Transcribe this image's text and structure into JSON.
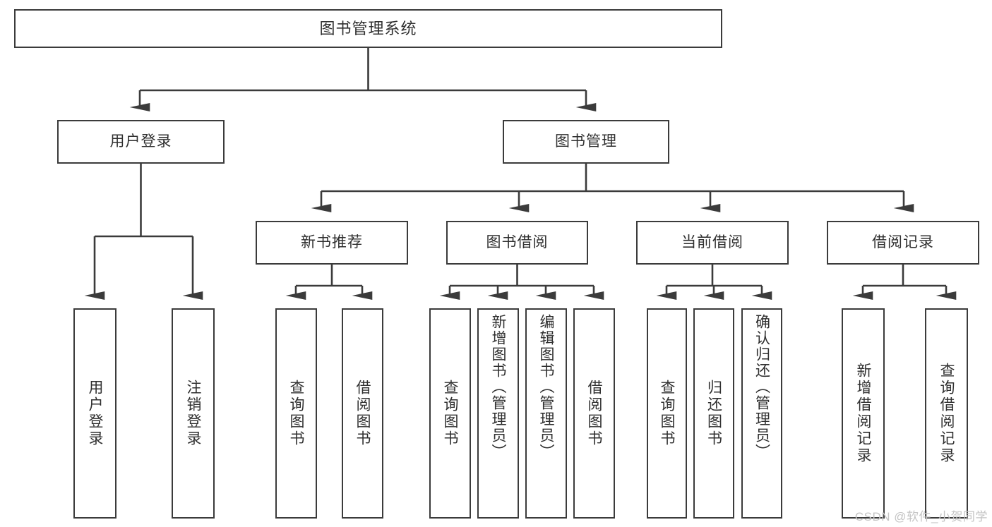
{
  "diagram": {
    "type": "tree",
    "title": "图书管理系统",
    "watermark": "CSDN @软件_小贺同学",
    "colors": {
      "border": "#3b3b3b",
      "text": "#2f2f2f",
      "background": "#ffffff",
      "watermark": "#c4c4c4"
    },
    "root": {
      "label": "图书管理系统"
    },
    "level2": [
      {
        "key": "user_login",
        "label": "用户登录"
      },
      {
        "key": "book_manage",
        "label": "图书管理"
      }
    ],
    "level3": [
      {
        "key": "new_book_rec",
        "label": "新书推荐",
        "parent": "book_manage"
      },
      {
        "key": "book_borrow",
        "label": "图书借阅",
        "parent": "book_manage"
      },
      {
        "key": "current_borrow",
        "label": "当前借阅",
        "parent": "book_manage"
      },
      {
        "key": "borrow_record",
        "label": "借阅记录",
        "parent": "book_manage"
      }
    ],
    "leaves": [
      {
        "key": "leaf_user_login",
        "label": "用户登录",
        "parent": "user_login"
      },
      {
        "key": "leaf_logout",
        "label": "注销登录",
        "parent": "user_login"
      },
      {
        "key": "leaf_query_book_1",
        "label": "查询图书",
        "parent": "new_book_rec"
      },
      {
        "key": "leaf_borrow_book_1",
        "label": "借阅图书",
        "parent": "new_book_rec"
      },
      {
        "key": "leaf_query_book_2",
        "label": "查询图书",
        "parent": "book_borrow"
      },
      {
        "key": "leaf_add_book",
        "label": "新增图书（管理员）",
        "parent": "book_borrow"
      },
      {
        "key": "leaf_edit_book",
        "label": "编辑图书（管理员）",
        "parent": "book_borrow"
      },
      {
        "key": "leaf_borrow_book_2",
        "label": "借阅图书",
        "parent": "book_borrow"
      },
      {
        "key": "leaf_query_book_3",
        "label": "查询图书",
        "parent": "current_borrow"
      },
      {
        "key": "leaf_return_book",
        "label": "归还图书",
        "parent": "current_borrow"
      },
      {
        "key": "leaf_confirm_return",
        "label": "确认归还（管理员）",
        "parent": "current_borrow"
      },
      {
        "key": "leaf_add_record",
        "label": "新增借阅记录",
        "parent": "borrow_record"
      },
      {
        "key": "leaf_query_record",
        "label": "查询借阅记录",
        "parent": "borrow_record"
      }
    ]
  }
}
